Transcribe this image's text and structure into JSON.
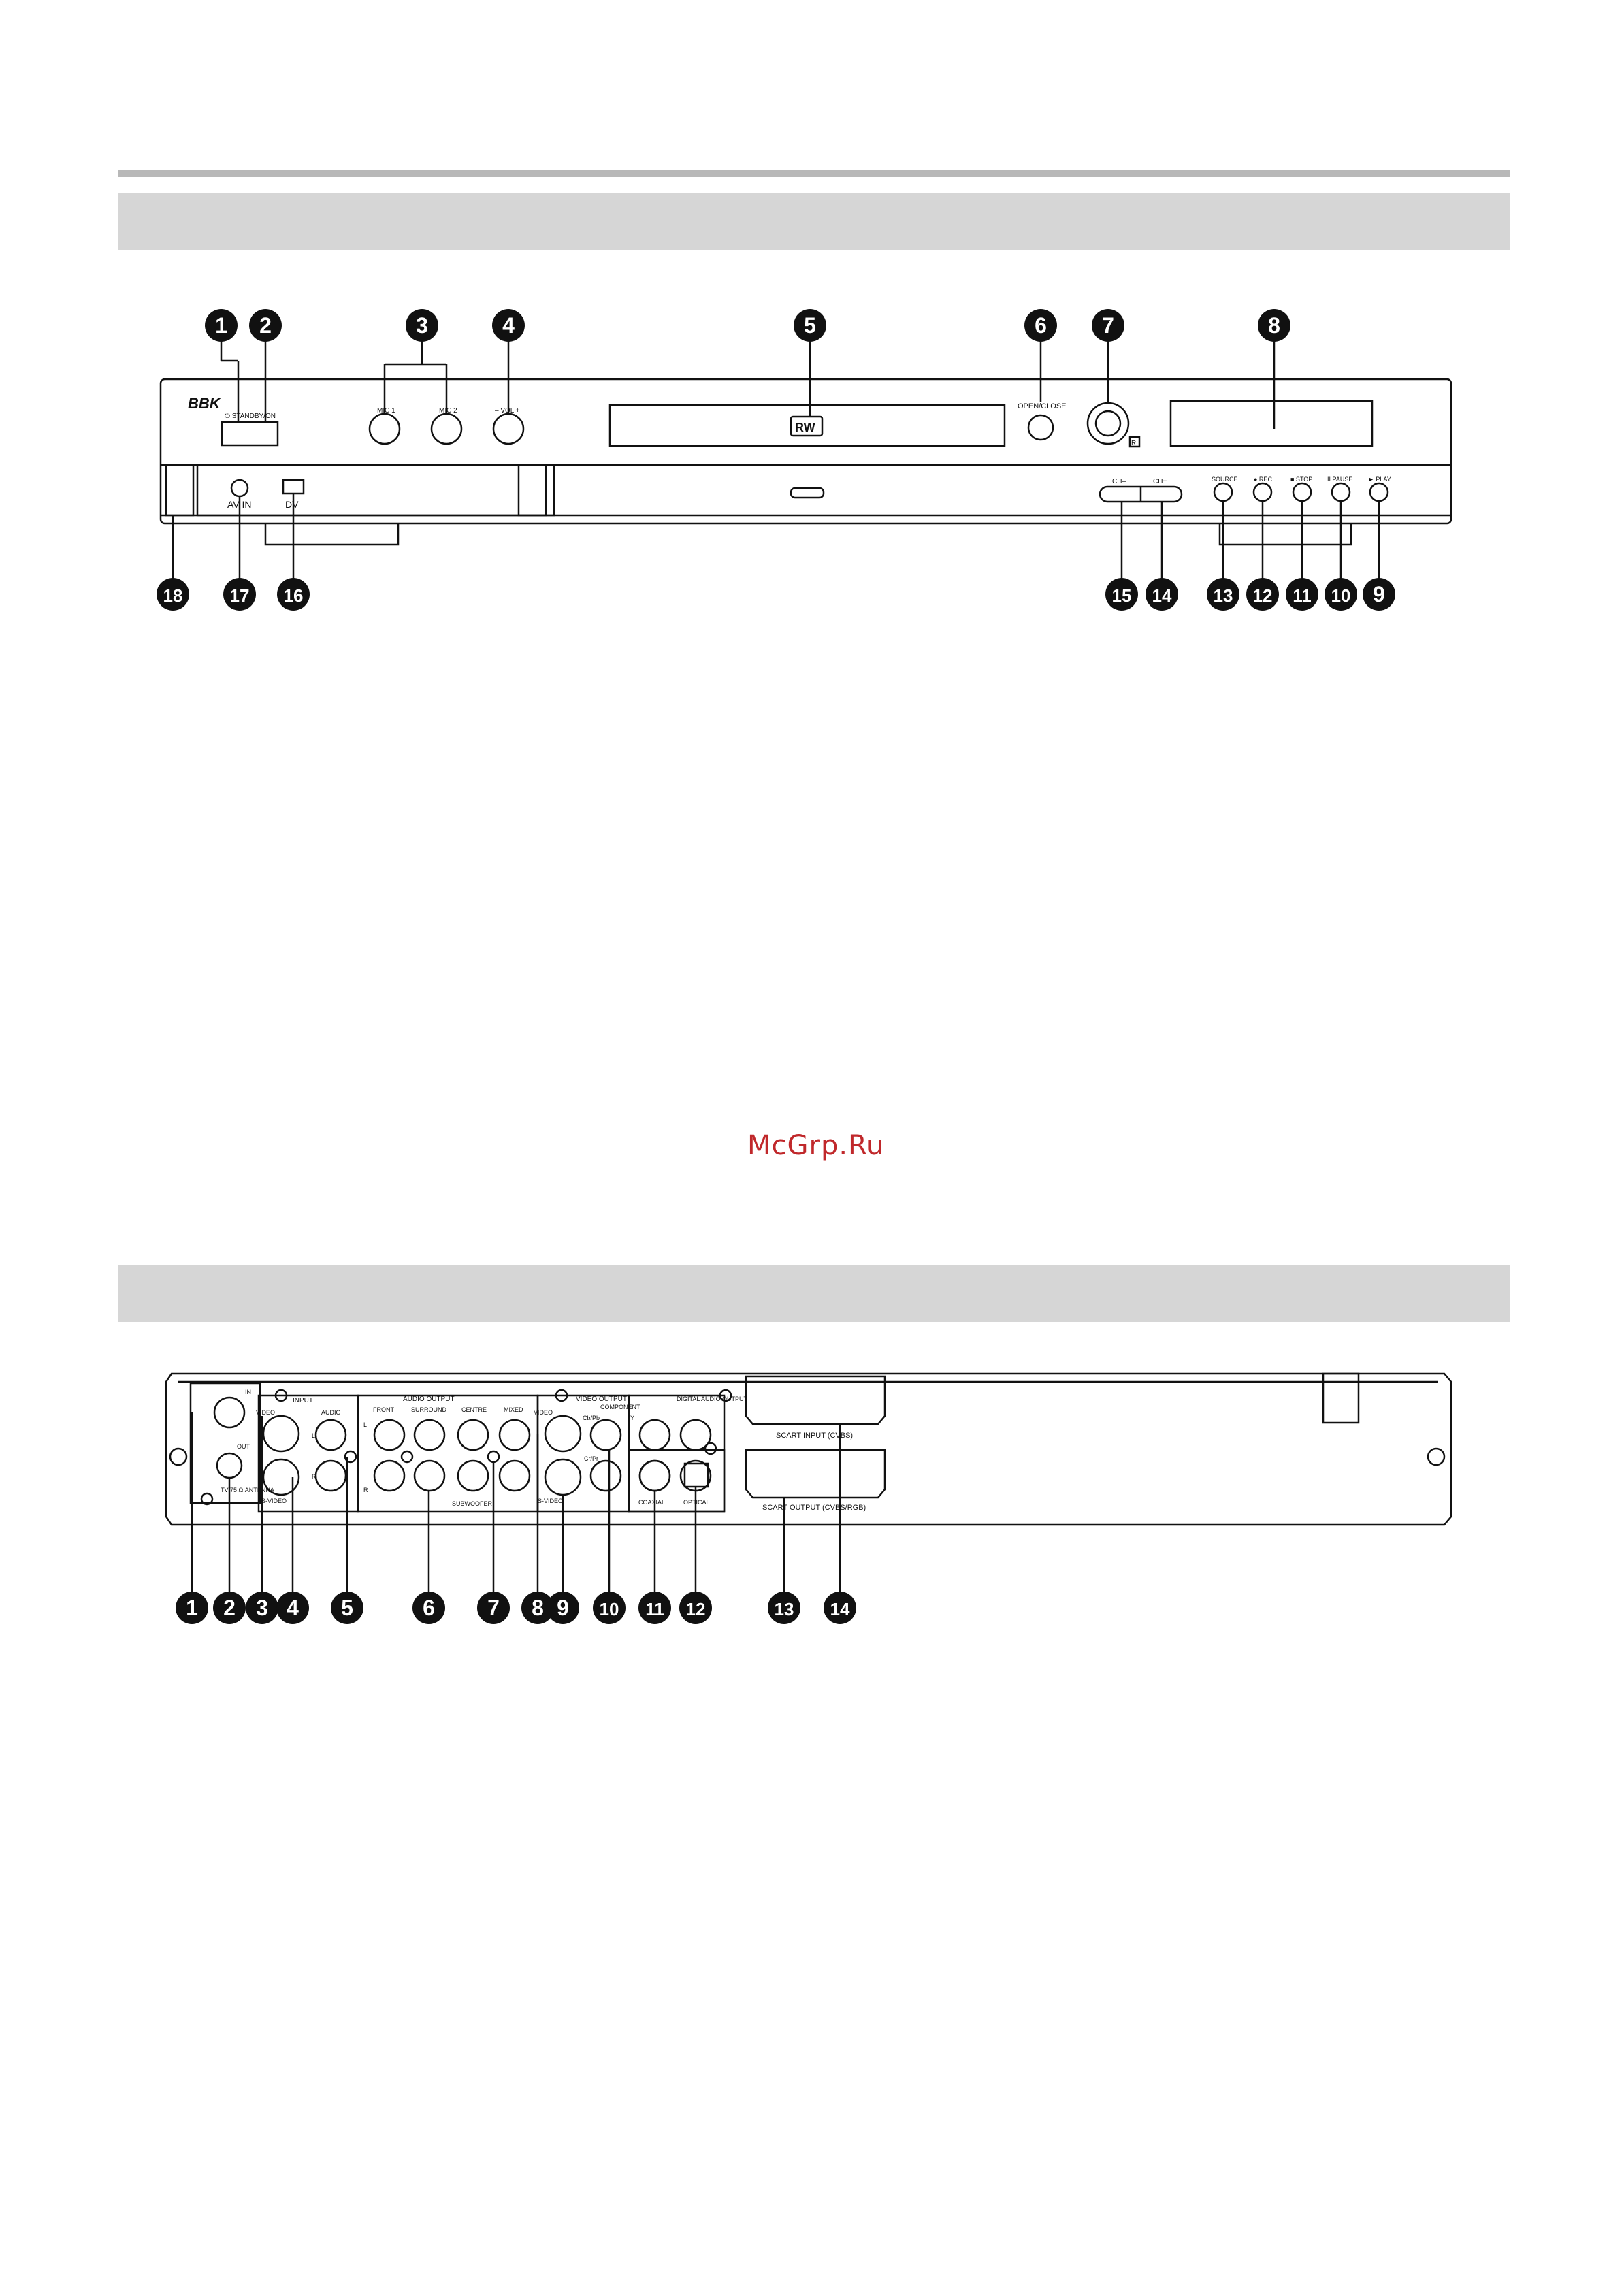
{
  "front_panel": {
    "brand": "BBK",
    "labels": {
      "standby": "⏻ STANDBY/ON",
      "mic1": "MIC 1",
      "mic2": "MIC 2",
      "vol": "– VOL +",
      "disc_logo": "RW",
      "open_close": "OPEN/CLOSE",
      "ir": "R",
      "av_in": "AV IN",
      "dv": "DV",
      "ch_minus": "CH–",
      "ch_plus": "CH+",
      "source": "SOURCE",
      "rec": "● REC",
      "stop": "■ STOP",
      "pause": "II PAUSE",
      "play": "► PLAY"
    },
    "callouts_top": [
      "1",
      "2",
      "3",
      "4",
      "5",
      "6",
      "7",
      "8"
    ],
    "callouts_bottom": [
      "18",
      "17",
      "16",
      "15",
      "14",
      "13",
      "12",
      "11",
      "10",
      "9"
    ]
  },
  "rear_panel": {
    "labels": {
      "in": "IN",
      "out": "OUT",
      "antenna": "TV 75 Ω\nANTENNA",
      "input": "INPUT",
      "video": "VIDEO",
      "audio": "AUDIO",
      "l": "L",
      "r": "R",
      "s_video": "S-VIDEO",
      "audio_output": "AUDIO  OUTPUT",
      "front": "FRONT",
      "surround": "SURROUND",
      "centre": "CENTRE",
      "mixed": "MIXED",
      "subwoofer": "SUBWOOFER",
      "video_output": "VIDEO  OUTPUT",
      "video2": "VIDEO",
      "component": "COMPONENT",
      "cb_pb": "Cb/Pb",
      "y": "Y",
      "cr_pr": "Cr/Pr",
      "s_video2": "S-VIDEO",
      "digital_audio_output": "DIGITAL\nAUDIO OUTPUT",
      "coaxial": "COAXIAL",
      "optical": "OPTICAL",
      "scart_input": "SCART INPUT (CVBS)",
      "scart_output": "SCART OUTPUT (CVBS/RGB)"
    },
    "callouts": [
      "1",
      "2",
      "3",
      "4",
      "5",
      "6",
      "7",
      "8",
      "9",
      "10",
      "11",
      "12",
      "13",
      "14"
    ]
  },
  "watermark": "McGrp.Ru"
}
